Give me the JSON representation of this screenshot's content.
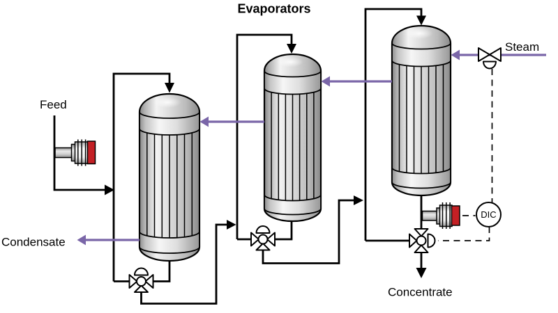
{
  "diagram": {
    "title": "Evaporators",
    "labels": {
      "feed": "Feed",
      "condensate": "Condensate",
      "steam": "Steam",
      "concentrate": "Concentrate"
    },
    "instrument": {
      "tag": "DIC"
    }
  },
  "colors": {
    "background": "#FFFFFF",
    "process_line": "#000000",
    "vapor_line": "#7A66A8",
    "pump_cap": "#C32025"
  }
}
